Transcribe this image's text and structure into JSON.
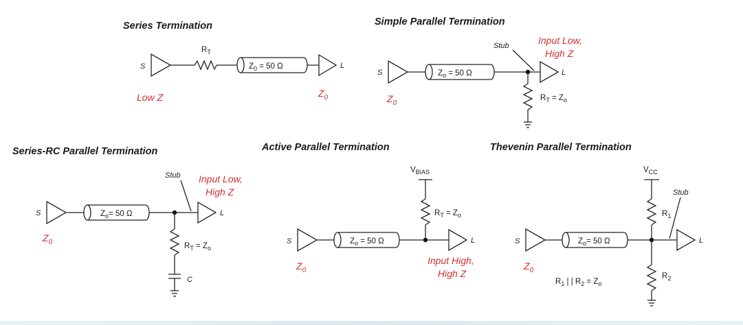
{
  "diagram": {
    "series": {
      "title": "Series Termination",
      "source": "S",
      "resistor": "R",
      "resistor_sub": "T",
      "tline_pre": "Z",
      "tline_sub": "0",
      "tline_post": " = 50 Ω",
      "load": "L",
      "red_left": "Low Z",
      "red_right_pre": "Z",
      "red_right_sub": "0"
    },
    "simple_parallel": {
      "title": "Simple Parallel Termination",
      "source": "S",
      "tline_pre": "Z",
      "tline_sub": "o",
      "tline_post": " = 50 Ω",
      "stub": "Stub",
      "load": "L",
      "red_load_line1": "Input Low,",
      "red_load_line2": "High Z",
      "rt_pre": "R",
      "rt_sub": "T",
      "rt_mid": " = Z",
      "rt_sub2": "o",
      "red_source_pre": "Z",
      "red_source_sub": "0"
    },
    "series_rc": {
      "title": "Series-RC Parallel Termination",
      "source": "S",
      "tline_pre": "Z",
      "tline_sub": "o",
      "tline_post": "= 50 Ω",
      "stub": "Stub",
      "load": "L",
      "red_load_line1": "Input Low,",
      "red_load_line2": "High Z",
      "rt_pre": "R",
      "rt_sub": "T",
      "rt_mid": " = Z",
      "rt_sub2": "o",
      "cap": "C",
      "red_source_pre": "Z",
      "red_source_sub": "0"
    },
    "active_parallel": {
      "title": "Active Parallel Termination",
      "supply_pre": "V",
      "supply_sub": "BIAS",
      "rt_pre": "R",
      "rt_sub": "T",
      "rt_mid": " = Z",
      "rt_sub2": "o",
      "source": "S",
      "tline_pre": "Z",
      "tline_sub": "o",
      "tline_post": " = 50 Ω",
      "load": "L",
      "red_load_line1": "Input High,",
      "red_load_line2": "High Z",
      "red_source_pre": "Z",
      "red_source_sub": "0"
    },
    "thevenin": {
      "title": "Thevenin Parallel Termination",
      "supply_pre": "V",
      "supply_sub": "CC",
      "stub": "Stub",
      "r1_pre": "R",
      "r1_sub": "1",
      "r2_pre": "R",
      "r2_sub": "2",
      "source": "S",
      "tline_pre": "Z",
      "tline_sub": "o",
      "tline_post": "= 50 Ω",
      "load": "L",
      "eq_r1": "R",
      "eq_r1_sub": "1",
      "eq_par": " | | ",
      "eq_r2": "R",
      "eq_r2_sub": "2",
      "eq_tail": " = Z",
      "eq_tail_sub": "o",
      "red_source_pre": "Z",
      "red_source_sub": "0"
    }
  },
  "colors": {
    "annotation_red": "#d0312d",
    "line": "#222222",
    "background": "#ffffff"
  }
}
